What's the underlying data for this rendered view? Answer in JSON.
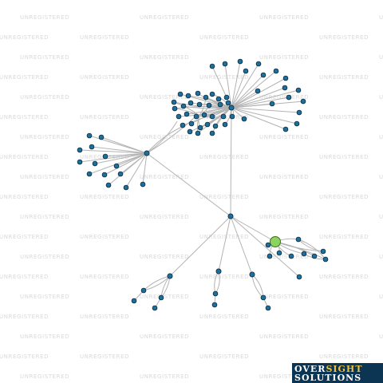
{
  "watermark": {
    "text": "UNREGISTERED"
  },
  "logo": {
    "line1_a": "OVER",
    "line1_b": "SIGHT",
    "line2": "SOLUTIONS"
  },
  "colors": {
    "node": "#1f6f9c",
    "focus": "#8dd35f",
    "edge": "#b3b3b3",
    "logo_bg": "#0b3552",
    "logo_accent": "#f2c13a"
  }
}
